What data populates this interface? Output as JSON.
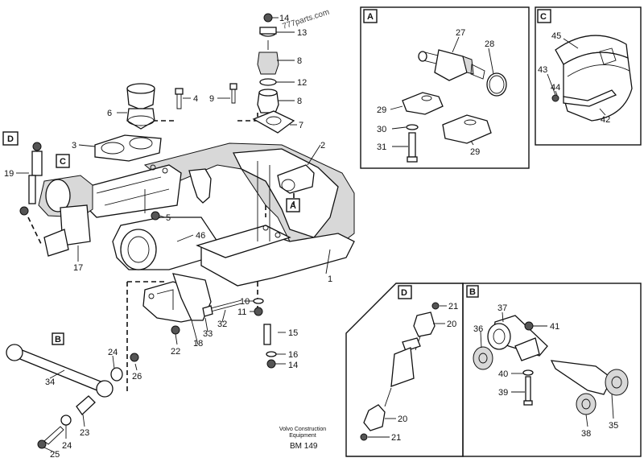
{
  "callouts": {
    "c14a": "14",
    "c13": "13",
    "c8a": "8",
    "c12": "12",
    "c8b": "8",
    "c7": "7",
    "c4": "4",
    "c9": "9",
    "c6": "6",
    "c3": "3",
    "c2": "2",
    "c19": "19",
    "c5": "5",
    "c46": "46",
    "c17": "17",
    "c1": "1",
    "c10": "10",
    "c11": "11",
    "c32": "32",
    "c33": "33",
    "c22": "22",
    "c18": "18",
    "c15": "15",
    "c16": "16",
    "c14b": "14",
    "c24a": "24",
    "c26": "26",
    "c34": "34",
    "c23": "23",
    "c24b": "24",
    "c25": "25"
  },
  "detail_tags": {
    "a": "A",
    "b": "B",
    "c": "C",
    "d": "D"
  },
  "inset_a": {
    "tag": "A",
    "c27": "27",
    "c28": "28",
    "c29a": "29",
    "c30": "30",
    "c31": "31",
    "c29b": "29"
  },
  "inset_c": {
    "tag": "C",
    "c45": "45",
    "c43": "43",
    "c44": "44",
    "c42": "42"
  },
  "inset_d": {
    "tag": "D",
    "c21a": "21",
    "c20a": "20",
    "c20b": "20",
    "c21b": "21"
  },
  "inset_b": {
    "tag": "B",
    "c37": "37",
    "c41": "41",
    "c36": "36",
    "c40": "40",
    "c39": "39",
    "c35": "35",
    "c38": "38"
  },
  "watermark": "777parts.com",
  "footer": {
    "brand_line1": "Volvo Construction",
    "brand_line2": "Equipment",
    "code": "BM 149"
  }
}
